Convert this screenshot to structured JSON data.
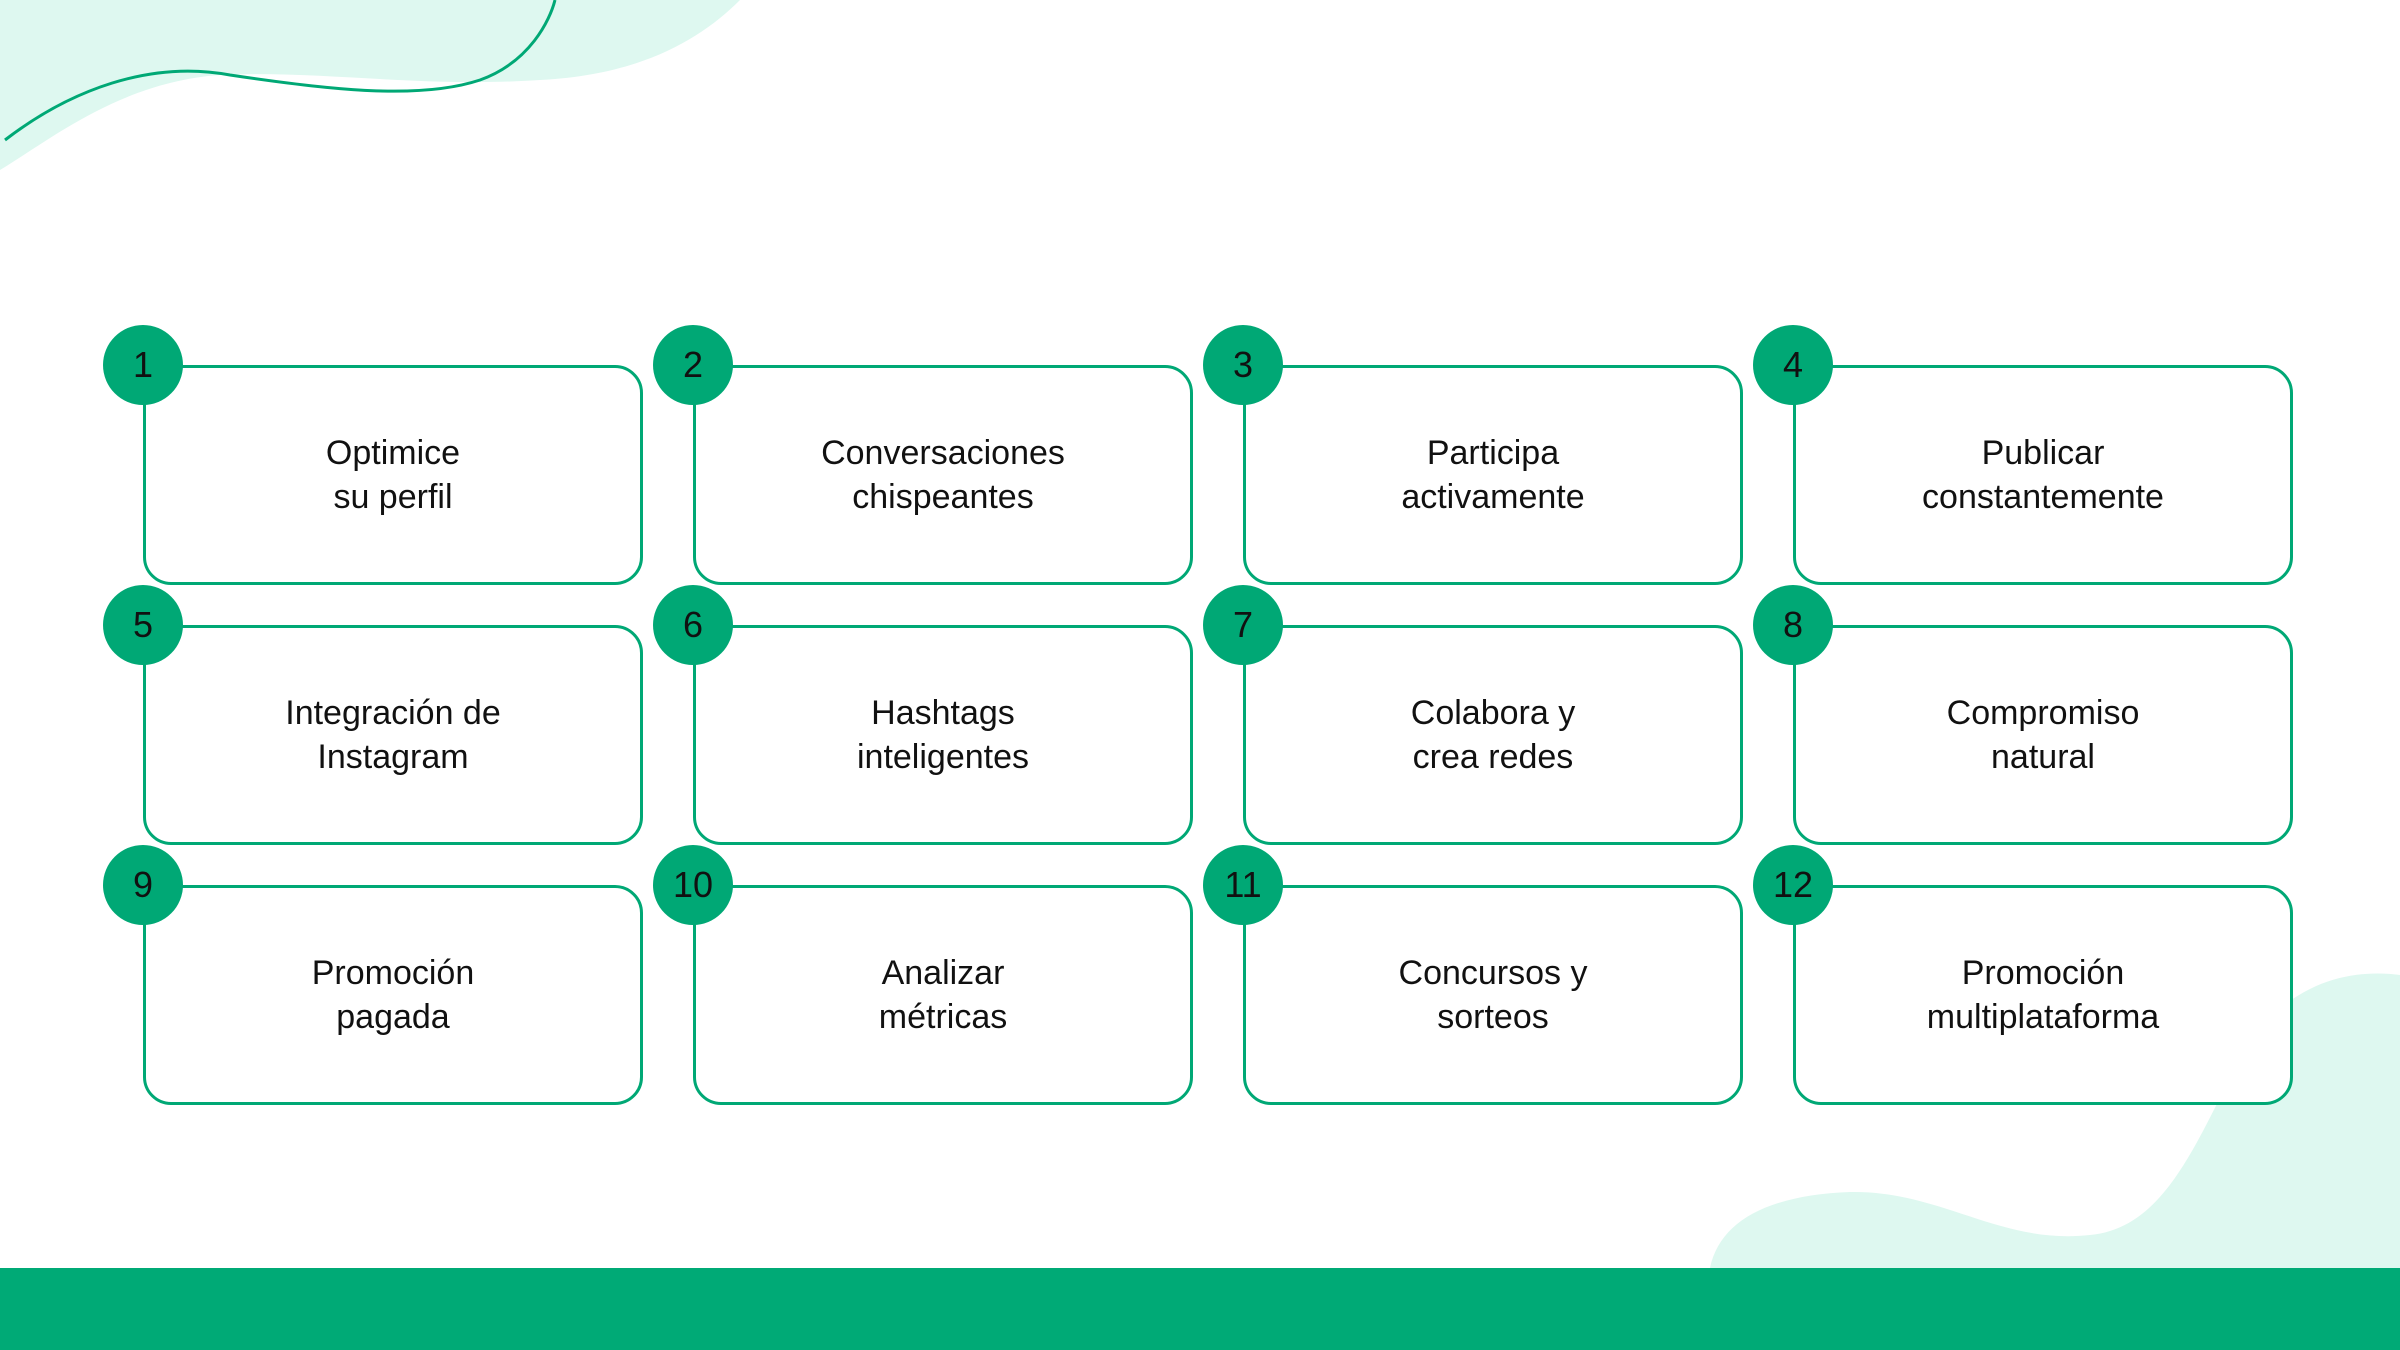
{
  "theme": {
    "accent": "#00a875",
    "footer": "#00aa76",
    "blob": "#def8f0",
    "text": "#111111"
  },
  "steps": [
    {
      "number": "1",
      "label": "Optimice\nsu perfil"
    },
    {
      "number": "2",
      "label": "Conversaciones\nchispeantes"
    },
    {
      "number": "3",
      "label": "Participa\nactivamente"
    },
    {
      "number": "4",
      "label": "Publicar\nconstantemente"
    },
    {
      "number": "5",
      "label": "Integración de\nInstagram"
    },
    {
      "number": "6",
      "label": "Hashtags\ninteligentes"
    },
    {
      "number": "7",
      "label": "Colabora y\ncrea redes"
    },
    {
      "number": "8",
      "label": "Compromiso\nnatural"
    },
    {
      "number": "9",
      "label": "Promoción\npagada"
    },
    {
      "number": "10",
      "label": "Analizar\nmétricas"
    },
    {
      "number": "11",
      "label": "Concursos y\nsorteos"
    },
    {
      "number": "12",
      "label": "Promoción\nmultiplataforma"
    }
  ]
}
